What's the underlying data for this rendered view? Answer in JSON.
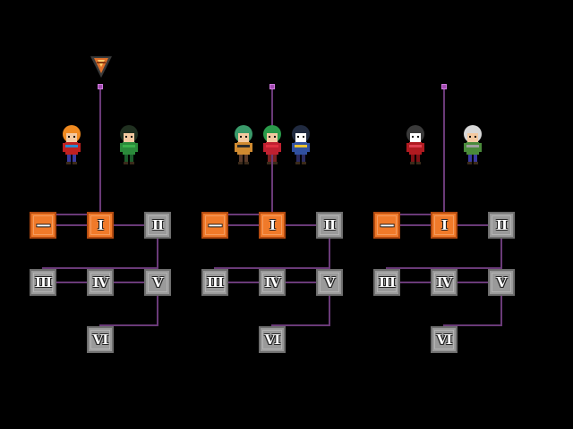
{
  "colors": {
    "active": "#f07a2a",
    "inactive": "#9a9a9a",
    "line": "#6a3a78",
    "hub": "#a24ab0"
  },
  "trees": [
    {
      "nodes": [
        "一",
        "I",
        "II",
        "III",
        "IV",
        "V",
        "VI"
      ],
      "active": [
        0,
        1
      ],
      "characters": [
        "hero-orange-hair",
        "green-armor-knight"
      ]
    },
    {
      "nodes": [
        "一",
        "I",
        "II",
        "III",
        "IV",
        "V",
        "VI"
      ],
      "active": [
        0,
        1
      ],
      "characters": [
        "green-hair-girl",
        "red-hood-girl",
        "jester"
      ]
    },
    {
      "nodes": [
        "一",
        "I",
        "II",
        "III",
        "IV",
        "V",
        "VI"
      ],
      "active": [
        0,
        1
      ],
      "characters": [
        "bunny-ear-girl",
        "silver-hair-elder"
      ]
    }
  ],
  "selector": "down-arrow-cursor-icon"
}
